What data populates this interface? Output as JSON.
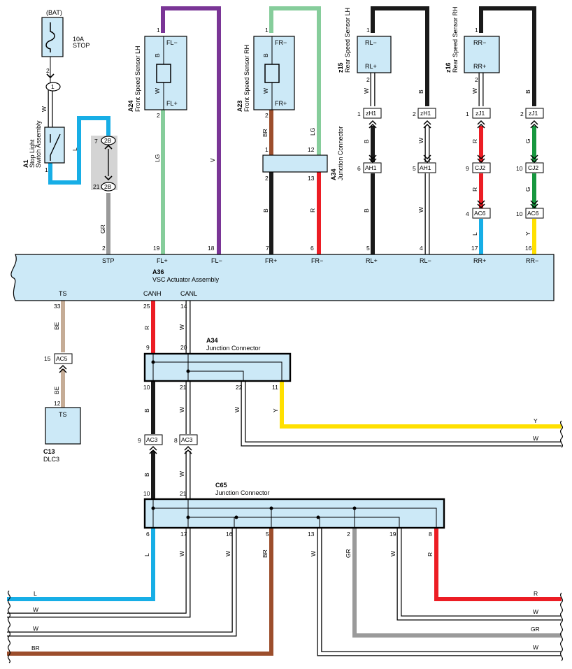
{
  "colors": {
    "W": "#ffffff",
    "B": "#1a1a1a",
    "L": "#17aee6",
    "LG": "#86cd9b",
    "V": "#7a3596",
    "BR": "#9c4e2c",
    "R": "#ec1d24",
    "G": "#17973f",
    "Y": "#ffe000",
    "GR": "#9a9a9a",
    "BE": "#c5ac96",
    "panel": "#cce9f7",
    "connector_shade": "#d4d4d4"
  },
  "power": {
    "bat_label": "(BAT)",
    "fuse_amp": "10A",
    "fuse_name": "STOP"
  },
  "components": {
    "a1": {
      "code": "A1",
      "name_line1": "Stop Light",
      "name_line2": "Switch Assembly"
    },
    "a24": {
      "code": "A24",
      "name": "Front Speed Sensor LH"
    },
    "a23": {
      "code": "A23",
      "name": "Front Speed Sensor RH"
    },
    "a34_top": {
      "code": "A34",
      "name": "Junction Connector"
    },
    "z15": {
      "code": "z15",
      "name": "Rear Speed Sensor LH"
    },
    "z16": {
      "code": "z16",
      "name": "Rear Speed Sensor RH"
    },
    "a36": {
      "code": "A36",
      "name": "VSC Actuator Assembly"
    },
    "a34_mid": {
      "code": "A34",
      "name": "Junction Connector"
    },
    "c65": {
      "code": "C65",
      "name": "Junction Connector"
    },
    "c13": {
      "code": "C13",
      "name": "DLC3"
    }
  },
  "terminals": {
    "fl_minus": "FL−",
    "fl_plus": "FL+",
    "fr_minus": "FR−",
    "fr_plus": "FR+",
    "rl_minus": "RL−",
    "rl_plus": "RL+",
    "rr_minus": "RR−",
    "rr_plus": "RR+",
    "stp": "STP",
    "ts": "TS",
    "canh": "CANH",
    "canl": "CANL"
  },
  "connectors": {
    "c1": "1",
    "c2b": "2B",
    "zh1": "zH1",
    "zj1": "zJ1",
    "ah1": "AH1",
    "cj2": "CJ2",
    "ac6": "AC6",
    "ac5": "AC5",
    "ac3": "AC3"
  },
  "pins": {
    "p1": "1",
    "p2": "2",
    "p4": "4",
    "p5": "5",
    "p6": "6",
    "p7": "7",
    "p8": "8",
    "p9": "9",
    "p10": "10",
    "p11": "11",
    "p12": "12",
    "p13": "13",
    "p14": "14",
    "p15": "15",
    "p16": "16",
    "p17": "17",
    "p18": "18",
    "p19": "19",
    "p20": "20",
    "p21": "21",
    "p22": "22",
    "p25": "25",
    "p33": "33"
  },
  "wire_codes": {
    "W": "W",
    "B": "B",
    "L": "L",
    "LG": "LG",
    "V": "V",
    "BR": "BR",
    "R": "R",
    "G": "G",
    "Y": "Y",
    "GR": "GR",
    "BE": "BE"
  }
}
